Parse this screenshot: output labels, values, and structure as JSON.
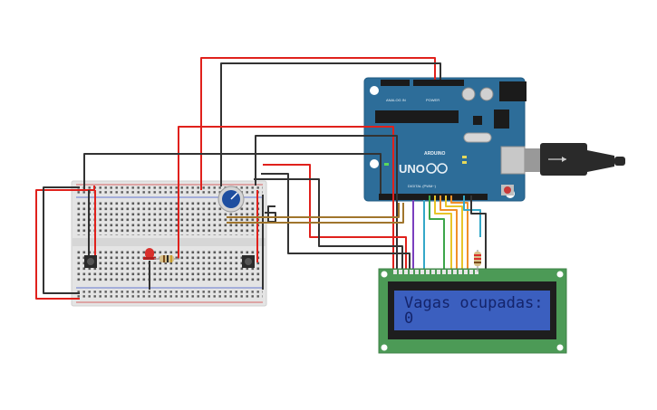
{
  "lcd": {
    "line1": "Vagas ocupadas:",
    "line2": "0"
  },
  "arduino": {
    "brand": "UNO",
    "maker": "ARDUINO",
    "header_power": "POWER",
    "header_analog": "ANALOG IN",
    "header_digital": "DIGITAL (PWM~)"
  },
  "colors": {
    "wire_red": "#e0211c",
    "wire_black": "#333333",
    "wire_purple": "#7b3fbf",
    "wire_orange": "#f0902a",
    "wire_yellow": "#e8c52a",
    "wire_green": "#3da64a",
    "wire_cyan": "#35a8c8",
    "wire_brown": "#a0752c",
    "arduino_body": "#2d6d99",
    "lcd_board": "#4c9a56",
    "lcd_screen": "#3b5fbf",
    "led_red": "#d9302c",
    "pot_body": "#1f4fa0"
  },
  "components": [
    "breadboard",
    "pushbutton-left",
    "pushbutton-right",
    "red-led",
    "resistor",
    "potentiometer",
    "arduino-uno",
    "usb-cable",
    "lcd-16x2",
    "lcd-resistor"
  ]
}
